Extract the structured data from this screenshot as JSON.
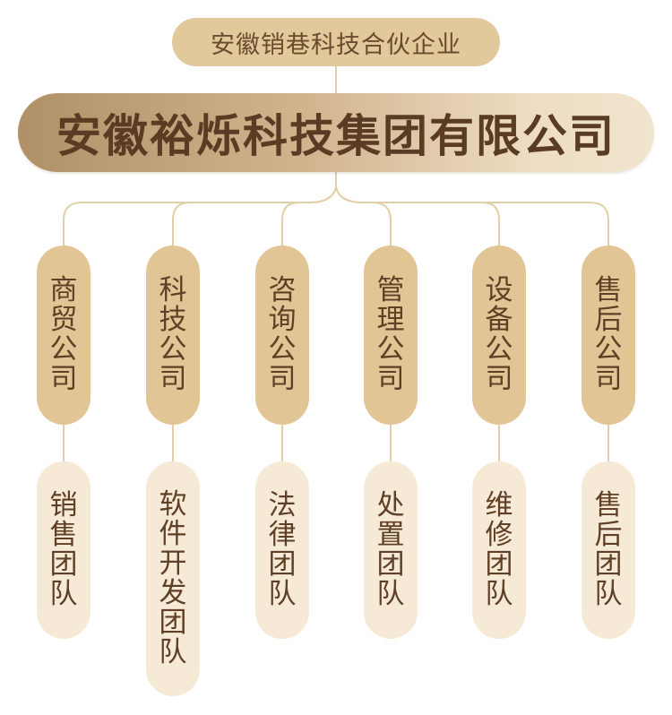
{
  "alliance": {
    "name": "安徽销巷科技合伙企业"
  },
  "group": {
    "name": "安徽裕烁科技集团有限公司"
  },
  "companies": [
    {
      "name": "商贸公司",
      "team": "销售团队"
    },
    {
      "name": "科技公司",
      "team": "软件开发团队"
    },
    {
      "name": "咨询公司",
      "team": "法律团队"
    },
    {
      "name": "管理公司",
      "team": "处置团队"
    },
    {
      "name": "设备公司",
      "team": "维修团队"
    },
    {
      "name": "售后公司",
      "team": "售后团队"
    }
  ],
  "colors": {
    "line": "#e2cfa6",
    "company_fill": "#e1c595",
    "team_fill": "#f6ead6",
    "text": "#5f3f25"
  }
}
